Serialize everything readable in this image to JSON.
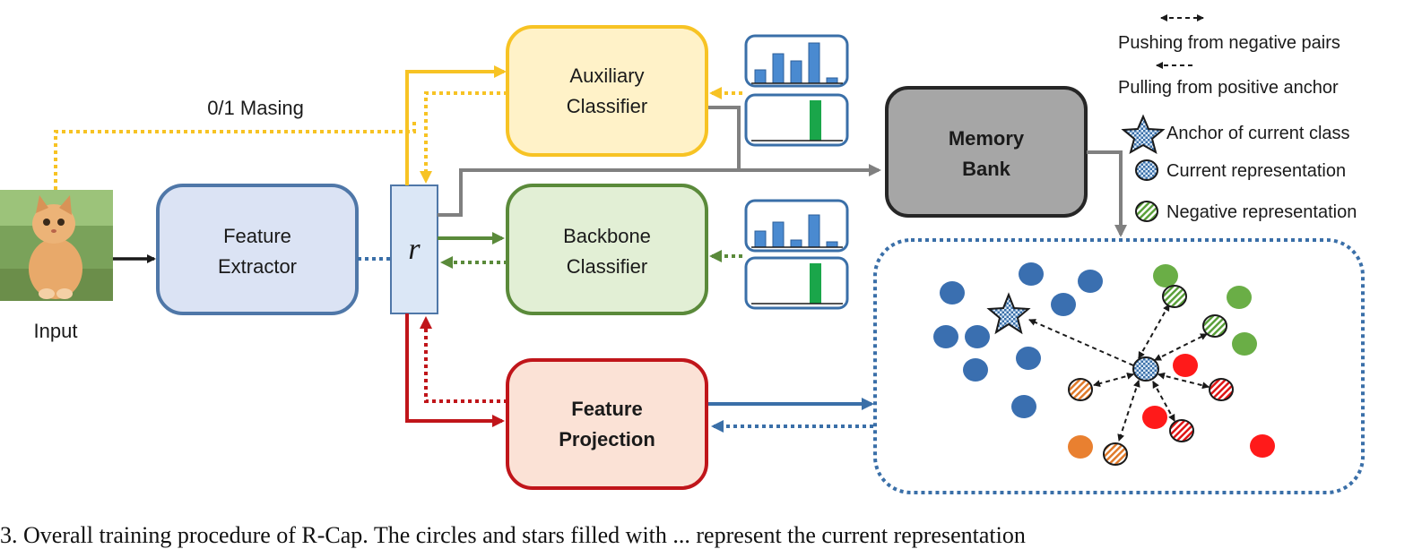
{
  "colors": {
    "yellow": "#f7c324",
    "green": "#5a8a3a",
    "red": "#c0151a",
    "blue": "#3a6fa8",
    "gray": "#808080",
    "dark": "#1a1a1a"
  },
  "labels": {
    "input": "Input",
    "masking": "0/1 Masing",
    "r_symbol": "r"
  },
  "blocks": {
    "feature_extractor": [
      "Feature",
      "Extractor"
    ],
    "auxiliary_classifier": [
      "Auxiliary",
      "Classifier"
    ],
    "backbone_classifier": [
      "Backbone",
      "Classifier"
    ],
    "feature_projection": [
      "Feature",
      "Projection"
    ],
    "memory_bank": [
      "Memory",
      "Bank"
    ]
  },
  "legend": {
    "pushing": "Pushing from negative pairs",
    "pulling": "Pulling from positive anchor",
    "anchor": "Anchor of current class",
    "current": "Current representation",
    "negative": "Negative representation"
  },
  "caption": "3. Overall training procedure of R-Cap. The circles and stars filled with ... represent the current representation",
  "icons": {
    "input_image": "kitten-photo",
    "anchor": "star-icon",
    "current": "dotted-circle-icon",
    "negative": "hatched-circle-icon"
  }
}
